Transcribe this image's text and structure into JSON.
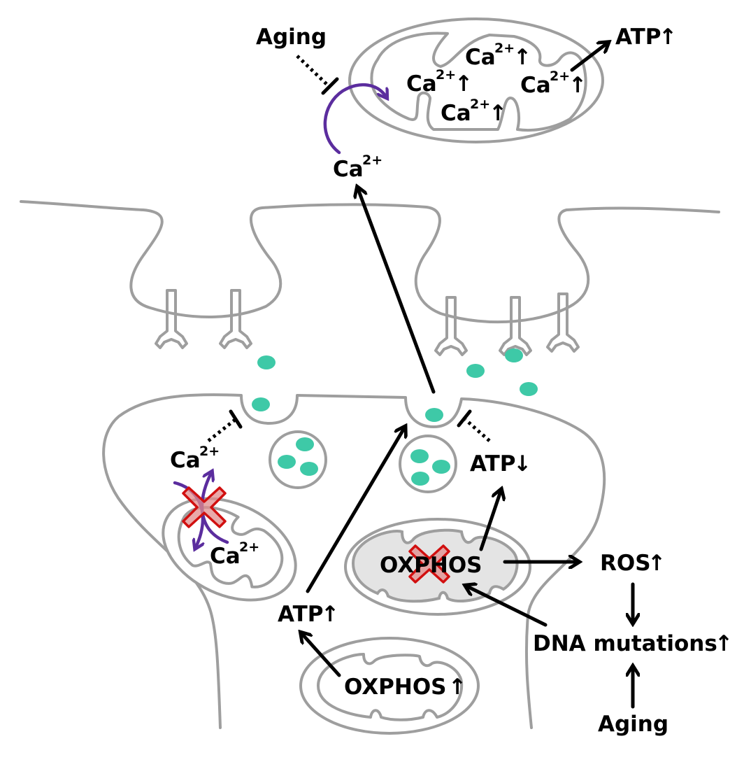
{
  "labels": {
    "aging_top": "Aging",
    "atp_top": "ATP",
    "ca_a": "Ca",
    "ca_b": "Ca",
    "ca_c": "Ca",
    "ca_d": "Ca",
    "ca_cytosol": "Ca",
    "ca_left_upper": "Ca",
    "ca_left_lower": "Ca",
    "atp_down": "ATP",
    "oxphos_center": "OXPHOS",
    "ros": "ROS",
    "dna_mutations": "DNA mutations",
    "aging_bottom": "Aging",
    "atp_left": "ATP",
    "oxphos_bottom": "OXPHOS"
  },
  "superscripts": {
    "ca_charge": "2+"
  },
  "arrows_glyphs": {
    "up": "↑",
    "down": "↓"
  },
  "colors": {
    "membrane": "#9e9e9e",
    "neurotransmitter": "#3ec9a7",
    "calcium_flux": "#5b2d9e",
    "inhibition_mark": "#d10f0f",
    "damaged_mitochondrion": "#e4e4e4"
  }
}
